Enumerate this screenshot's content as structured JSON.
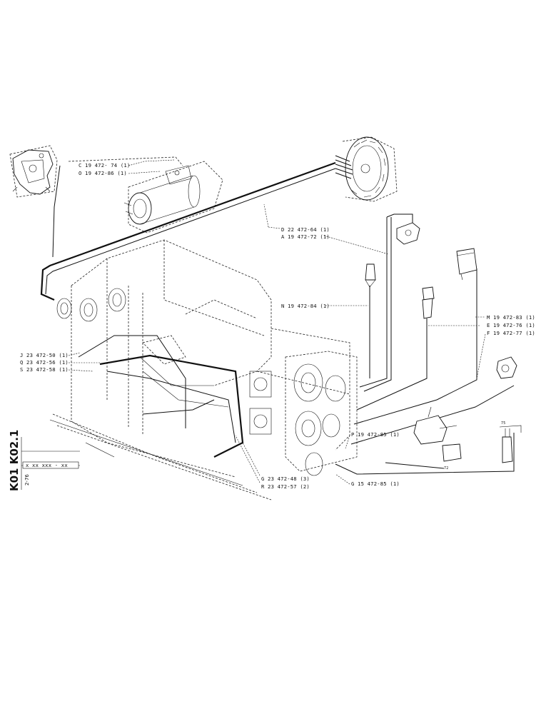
{
  "labels": {
    "C": "C 19 472- 74 (1)",
    "O": "O 19 472-86 (1)",
    "D": "D 22 472-64 (1)",
    "A": "A 19 472-72 (1)",
    "N": "N 19 472-84 (1)",
    "M": "M 19 472-83 (1)",
    "E": "E 19 472-76 (1)",
    "F": "F 19 472-77 (1)",
    "J": "J 23 472-50 (1)",
    "Q": "Q 23 472-56 (1)",
    "S": "S 23 472-58 (1)",
    "P": "P 19 472-85 (1)",
    "G1": "G 23 472-48 (3)",
    "R": "R 23 472-57 (2)",
    "G2": "G 15 472-85 (1)"
  },
  "side": {
    "code": "K01 K02.1",
    "box": "x  xx xxx - xx",
    "small": "2-76"
  }
}
